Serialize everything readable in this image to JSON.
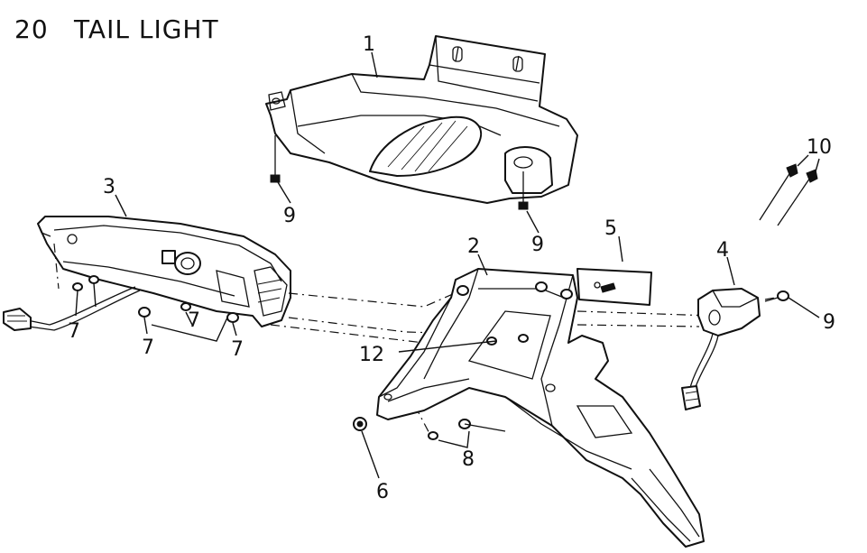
{
  "diagram": {
    "number": "20",
    "title": "TAIL LIGHT",
    "callouts": [
      "1",
      "2",
      "3",
      "4",
      "5",
      "6",
      "7",
      "7",
      "7",
      "7",
      "8",
      "9",
      "9",
      "9",
      "10",
      "12"
    ]
  }
}
